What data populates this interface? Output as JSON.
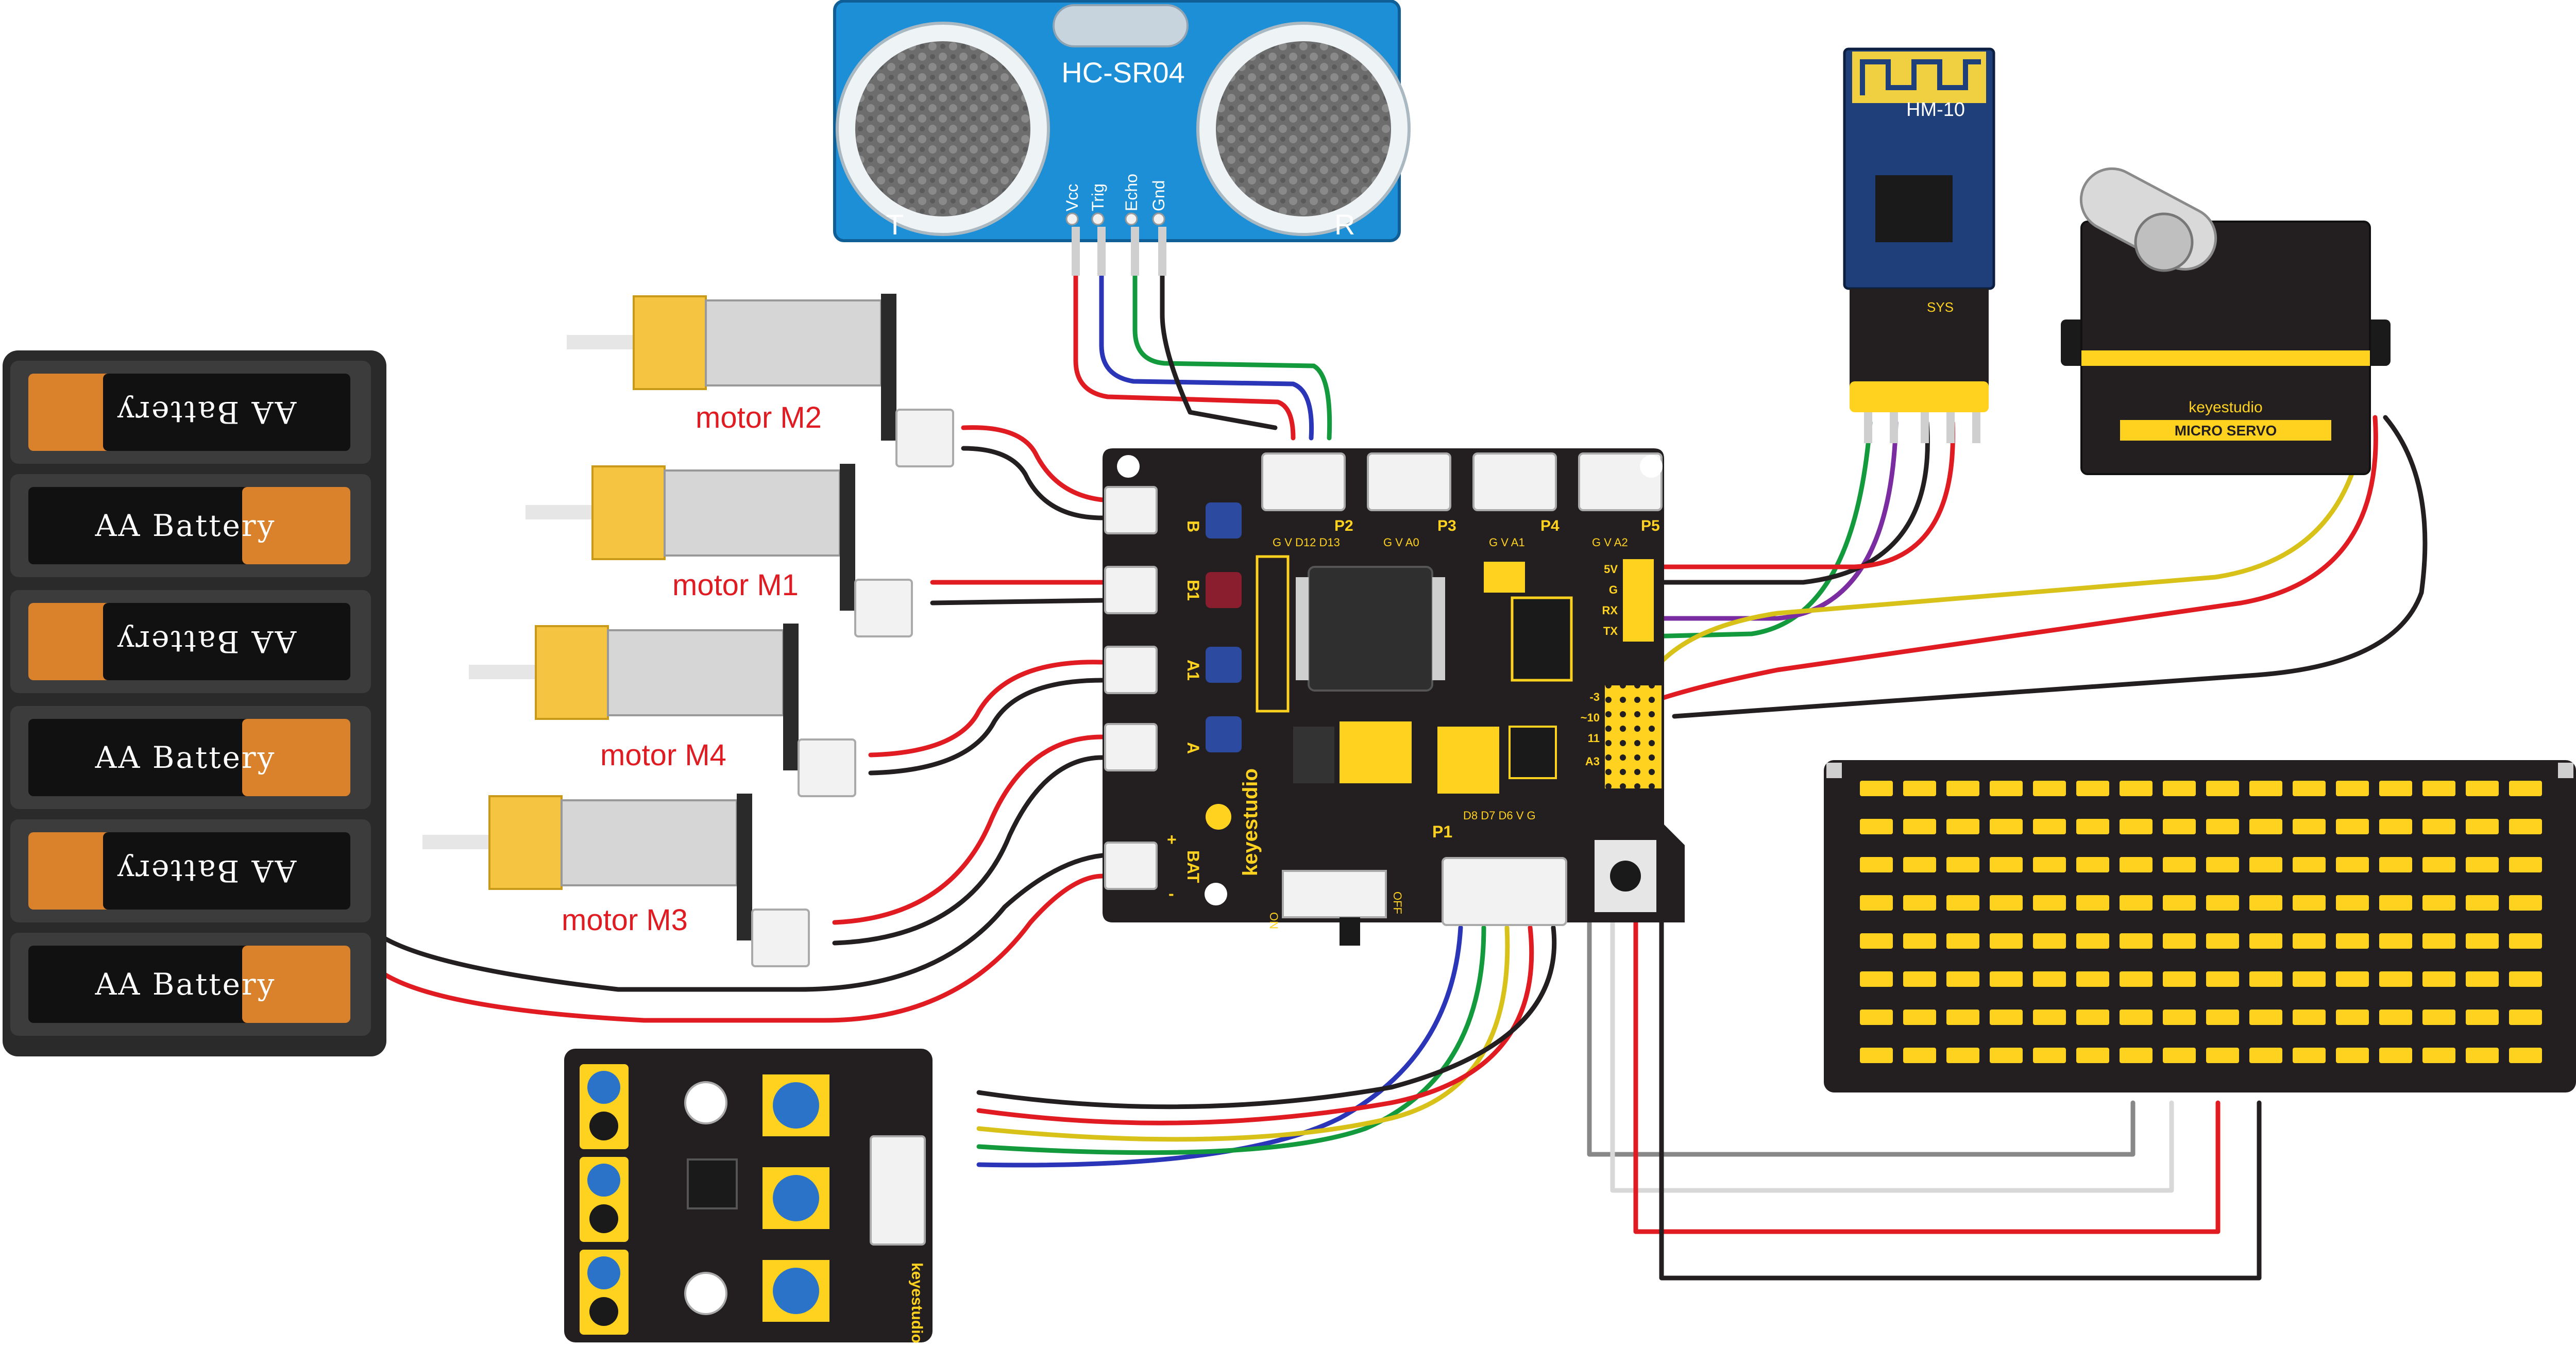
{
  "ultrasonic": {
    "model": "HC-SR04",
    "left_mark": "T",
    "right_mark": "R",
    "pins": [
      "Vcc",
      "Trig",
      "Echo",
      "Gnd"
    ]
  },
  "bluetooth": {
    "model": "HM-10",
    "led_label": "SYS"
  },
  "servo": {
    "brand": "keyestudio",
    "label": "MICRO SERVO"
  },
  "battery_pack": {
    "cells": [
      "AA Battery",
      "AA Battery",
      "AA Battery",
      "AA Battery",
      "AA Battery",
      "AA Battery"
    ]
  },
  "motors": [
    {
      "label": "motor M2"
    },
    {
      "label": "motor M1"
    },
    {
      "label": "motor M4"
    },
    {
      "label": "motor M3"
    }
  ],
  "driver_board": {
    "brand": "keyestudio",
    "motor_ports": [
      "B",
      "B1",
      "A1",
      "A"
    ],
    "power_port": "BAT",
    "power_plus": "+",
    "power_minus": "-",
    "headers": [
      {
        "name": "P2",
        "pins": "G V D12 D13"
      },
      {
        "name": "P3",
        "pins": "G V A0"
      },
      {
        "name": "P4",
        "pins": "G V A1"
      },
      {
        "name": "P5",
        "pins": "G V A2"
      }
    ],
    "p1": {
      "name": "P1",
      "pins": "D8 D7 D6 V G"
    },
    "uart_pins": [
      "5V",
      "G",
      "RX",
      "TX"
    ],
    "servo_pins": [
      "-3",
      "~10",
      "11",
      "A3"
    ],
    "switch_on": "ON",
    "switch_off": "OFF"
  },
  "line_tracker": {
    "brand": "keyestudio"
  },
  "colors": {
    "board": "#231f20",
    "ultrasonic": "#1c8fd6",
    "yellow": "#ffd21f",
    "wire_red": "#e01b22",
    "wire_black": "#231f20",
    "wire_green": "#129a3c",
    "wire_blue": "#2b35b8",
    "wire_purple": "#7a2ca0",
    "wire_yellow": "#d8c21a",
    "wire_gray": "#888888",
    "wire_white": "#d8d8d8"
  }
}
